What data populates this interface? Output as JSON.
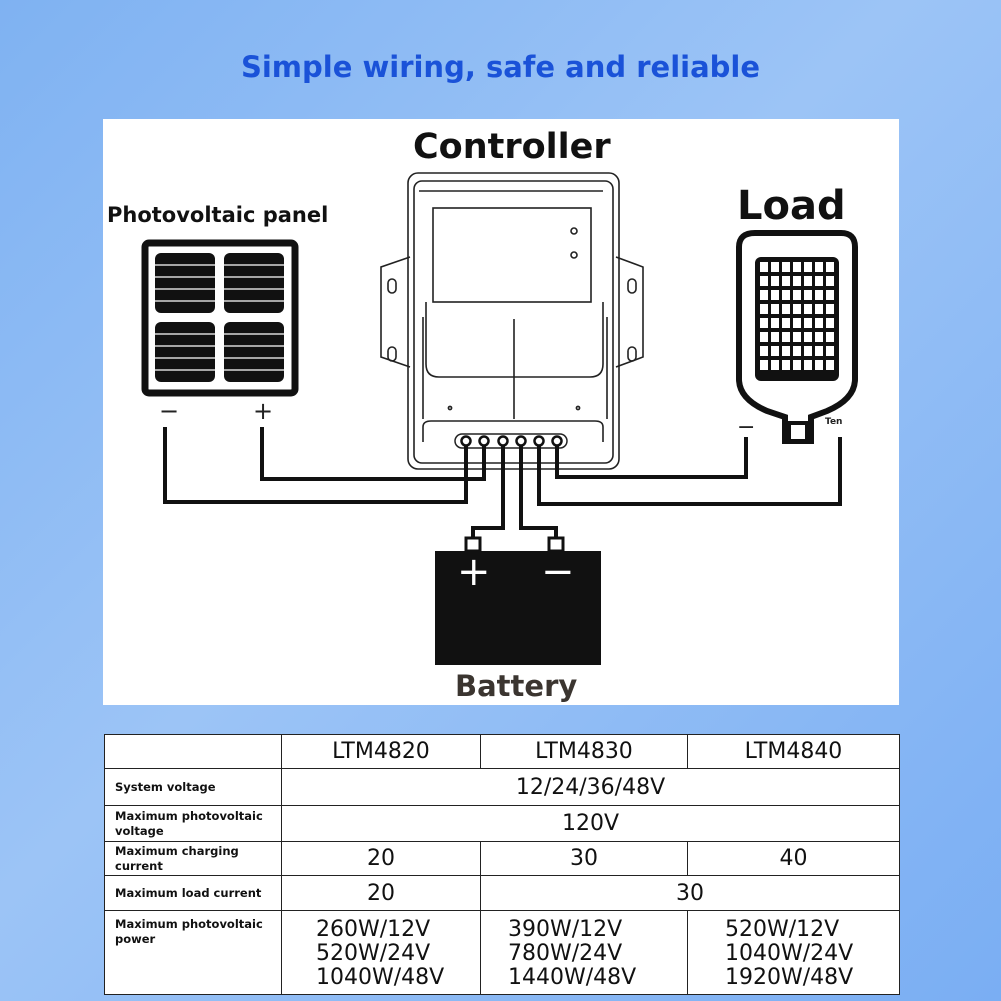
{
  "headline": "Simple wiring, safe and reliable",
  "diagram": {
    "controller_label": "Controller",
    "pv_label": "Photovoltaic panel",
    "load_label": "Load",
    "battery_label": "Battery",
    "pv_minus": "−",
    "pv_plus": "+",
    "load_minus": "−",
    "load_tag": "Ten",
    "battery_plus": "+",
    "battery_minus": "−"
  },
  "table": {
    "models": [
      "LTM4820",
      "LTM4830",
      "LTM4840"
    ],
    "system_voltage": {
      "label": "System voltage",
      "value": "12/24/36/48V"
    },
    "max_pv_voltage": {
      "label": "Maximum photovoltaic voltage",
      "value": "120V"
    },
    "max_charging_current": {
      "label": "Maximum charging current",
      "values": [
        "20",
        "30",
        "40"
      ]
    },
    "max_load_current": {
      "label": "Maximum load current",
      "values": [
        "20",
        "30"
      ]
    },
    "max_pv_power": {
      "label": "Maximum photovoltaic power",
      "values": [
        [
          "260W/12V",
          "520W/24V",
          "1040W/48V"
        ],
        [
          "390W/12V",
          "780W/24V",
          "1440W/48V"
        ],
        [
          "520W/12V",
          "1040W/24V",
          "1920W/48V"
        ]
      ]
    }
  }
}
